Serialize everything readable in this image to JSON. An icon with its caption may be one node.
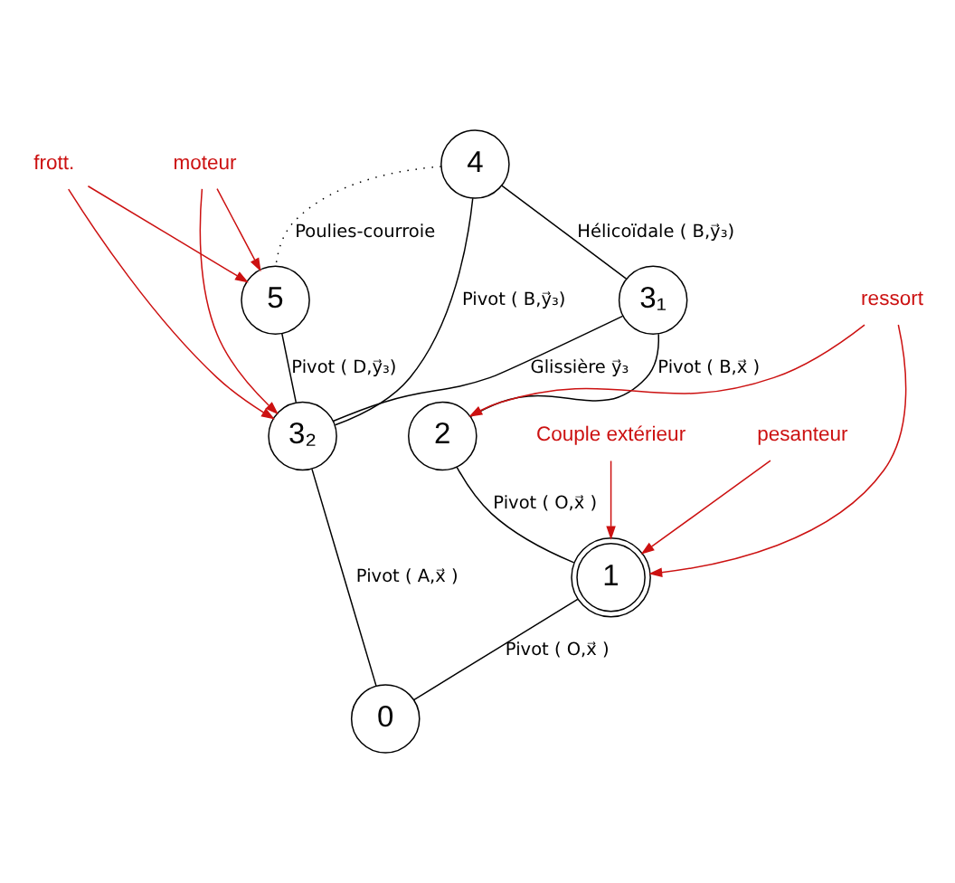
{
  "diagram": {
    "nodes": [
      {
        "text": [
          "4"
        ]
      },
      {
        "text": [
          "5"
        ]
      },
      {
        "text": [
          "frott."
        ]
      },
      {
        "text": [
          "moteur"
        ]
      },
      {
        "text": [
          "3₁"
        ]
      },
      {
        "text": [
          "3₂"
        ]
      },
      {
        "text": [
          "2"
        ]
      },
      {
        "text": [
          "ressort"
        ]
      },
      {
        "text": [
          "1"
        ]
      },
      {
        "text": [
          "Couple extérieur"
        ]
      },
      {
        "text": [
          "0"
        ]
      },
      {
        "text": [
          "pesanteur"
        ]
      }
    ],
    "edges": [
      {
        "from": 0,
        "to": 1,
        "arrow": "none",
        "label": "Poulies-courroie",
        "style": "dashed"
      },
      {
        "from": 0,
        "to": 4,
        "arrow": "none",
        "label": "Hélicoïdale ( B,y⃗₃)"
      },
      {
        "from": 0,
        "to": 5,
        "arrow": "none",
        "label": "Pivot ( B,y⃗₃)"
      },
      {
        "from": 1,
        "to": 5,
        "arrow": "none",
        "label": "Pivot ( D,y⃗₃)"
      },
      {
        "from": 4,
        "to": 5,
        "arrow": "none",
        "label": "Glissière y⃗₃"
      },
      {
        "from": 4,
        "to": 6,
        "arrow": "none",
        "label": "Pivot ( B,x⃗ )"
      },
      {
        "from": 5,
        "to": 10,
        "arrow": "none",
        "label": "Pivot ( A,x⃗ )"
      },
      {
        "from": 6,
        "to": 8,
        "arrow": "none",
        "label": "Pivot ( O,x⃗ )"
      },
      {
        "from": 8,
        "to": 10,
        "arrow": "none",
        "label": "Pivot ( O,x⃗ )"
      },
      {
        "from": 2,
        "to": 1,
        "arrow": "to",
        "color": "#cc1111"
      },
      {
        "from": 2,
        "to": 5,
        "arrow": "to",
        "color": "#cc1111"
      },
      {
        "from": 3,
        "to": 1,
        "arrow": "to",
        "color": "#cc1111"
      },
      {
        "from": 3,
        "to": 5,
        "arrow": "to",
        "color": "#cc1111"
      },
      {
        "from": 7,
        "to": 6,
        "arrow": "to",
        "color": "#cc1111"
      },
      {
        "from": 7,
        "to": 8,
        "arrow": "to",
        "color": "#cc1111"
      },
      {
        "from": 9,
        "to": 8,
        "arrow": "to",
        "color": "#cc1111"
      },
      {
        "from": 11,
        "to": 8,
        "arrow": "to",
        "color": "#cc1111"
      }
    ]
  }
}
